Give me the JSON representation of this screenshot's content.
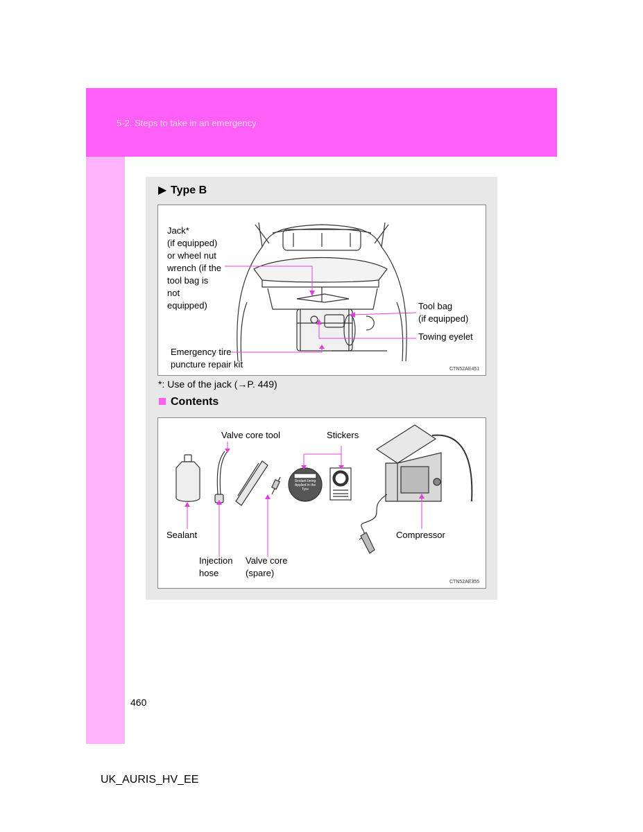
{
  "header": {
    "section": "5-2. Steps to take in an emergency"
  },
  "type_b": {
    "heading": "Type B",
    "figure": {
      "jack_label": [
        "Jack*",
        "(if equipped)",
        "or wheel nut",
        "wrench (if the",
        "tool bag is not",
        "equipped)"
      ],
      "tool_bag_label": [
        "Tool bag",
        "(if equipped)"
      ],
      "towing_eyelet_label": "Towing eyelet",
      "repair_kit_label": [
        "Emergency tire",
        "puncture repair kit"
      ],
      "code": "CTN52AE451"
    },
    "footnote": "*: Use of the jack (→P. 449)"
  },
  "contents": {
    "heading": "Contents",
    "figure": {
      "valve_core_tool": "Valve core tool",
      "stickers": "Stickers",
      "sealant": "Sealant",
      "compressor": "Compressor",
      "injection_hose": [
        "Injection",
        "hose"
      ],
      "valve_core": [
        "Valve core",
        "(spare)"
      ],
      "sticker_caution": "CAUTION",
      "sticker_text": "Sealant being Applied in the Tyre",
      "code": "CTN52AE355"
    }
  },
  "footer": {
    "page_number": "460",
    "doc_id": "UK_AURIS_HV_EE"
  },
  "colors": {
    "accent": "#ff5ef7",
    "accent_light": "#ffb3fb",
    "panel": "#e8e8e8"
  }
}
